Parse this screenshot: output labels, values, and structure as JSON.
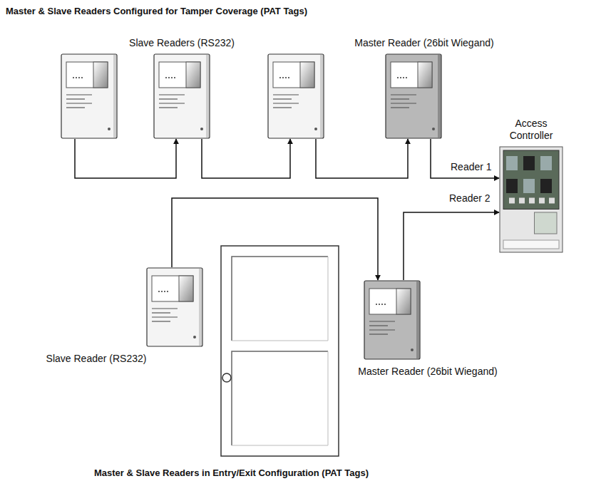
{
  "diagram": {
    "title": "Master & Slave Readers Configured for Tamper Coverage (PAT Tags)",
    "caption": "Master & Slave Readers in Entry/Exit Configuration (PAT Tags)",
    "nodes": [
      {
        "text": []
      },
      {
        "text": [
          "Slave Readers (RS232)"
        ]
      },
      {
        "text": []
      },
      {
        "text": [
          "Master Reader (26bit Wiegand)"
        ]
      },
      {
        "text": [
          "Access Controller"
        ]
      },
      {
        "text": [
          "Slave Reader (RS232)"
        ]
      },
      {
        "text": [
          "Master Reader (26bit Wiegand)"
        ]
      }
    ],
    "edges": [
      {
        "from": 0,
        "to": 1,
        "arrow": "to"
      },
      {
        "from": 1,
        "to": 2,
        "arrow": "to"
      },
      {
        "from": 2,
        "to": 3,
        "arrow": "to"
      },
      {
        "from": 3,
        "to": 4,
        "arrow": "to",
        "label": "Reader 1"
      },
      {
        "from": 5,
        "to": 6,
        "arrow": "to"
      },
      {
        "from": 6,
        "to": 4,
        "arrow": "to",
        "label": "Reader 2"
      }
    ]
  }
}
